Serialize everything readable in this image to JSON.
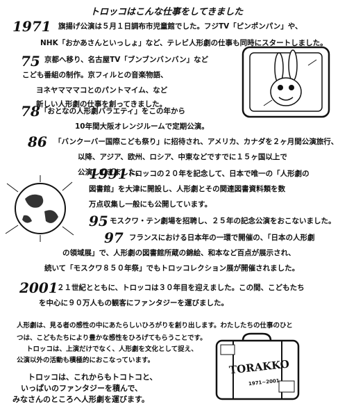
{
  "title": "トロッコはこんな仕事をしてきました",
  "entries": [
    {
      "year": "1971",
      "lines": [
        "旗揚げ公演は５月１日調布市児童館でした。フジTV「ピンポンパン」や、",
        "NHK「おかあさんといっしょ」など、テレビ人形劇の仕事も同時にスタートしました。"
      ]
    },
    {
      "year": "75",
      "lines": [
        "京都へ移り、名古屋TV「ブンブンバンバン」など",
        "こども番組の制作。京フィルとの音楽物語、",
        "ヨネヤマママコとのパントマイム、など",
        "新しい人形劇の仕事を創ってきました。"
      ]
    },
    {
      "year": "78",
      "lines": [
        "「おとなの人形劇バラエティ」をこの年から",
        "10年間大阪オレンジルームで定期公演。"
      ]
    },
    {
      "year": "86",
      "lines": [
        "「バンクーバー国際こども祭り」に招待され、アメリカ、カナダを２ヶ月間公演旅行、",
        "以降、アジア、欧州、ロシア、中東などですでに１５ヶ国以上で",
        "公演してきました。"
      ]
    },
    {
      "year": "1991",
      "lines": [
        "トロッコの２０年を記念して、日本で唯一の「人形劇の",
        "図書館」を大津に開設し、人形劇とその関連図書資料類を数",
        "万点収集し一般にも公開しています。"
      ]
    },
    {
      "year": "95",
      "lines": [
        "モスクワ・テン劇場を招聘し、２５年の記念公演をおこないました。"
      ]
    },
    {
      "year": "97",
      "lines": [
        "フランスにおける日本年の一環で開催の、「日本の人形劇",
        "の領域展」で、人形劇の図書館所蔵の錦絵、和本など百点が展示され、",
        "続いて「モスクワ８５０年祭」でもトロッコレクション展が開催されました。"
      ]
    },
    {
      "year": "2001",
      "lines": [
        "２１世紀とともに、トロッコは３０年目を迎えました。この間、こどもたち",
        "を中心に９０万人もの観客にファンタジーを運びました。"
      ]
    }
  ],
  "paragraph": [
    "人形劇は、見る者の感性の中にあたらしいひろがりを創り出します。わたしたちの仕事のひと",
    "つは、こどもたちにより豊かな感性をひろげてもらうことです。",
    "トロッコは、上演だけでなく、人形劇を文化として捉え、",
    "公演以外の活動も積極的におこなっています。"
  ],
  "closing": [
    "トロッコは、これからもトコトコと、",
    "いっぱいのファンタジーを積んで、",
    "みなさんのところへ人形劇を運びます。"
  ],
  "suitcase": {
    "label": "TORAKKO",
    "years": "1971~2001"
  },
  "icons": [
    "rabbit-tv-illustration",
    "globe-illustration",
    "suitcase-illustration"
  ]
}
